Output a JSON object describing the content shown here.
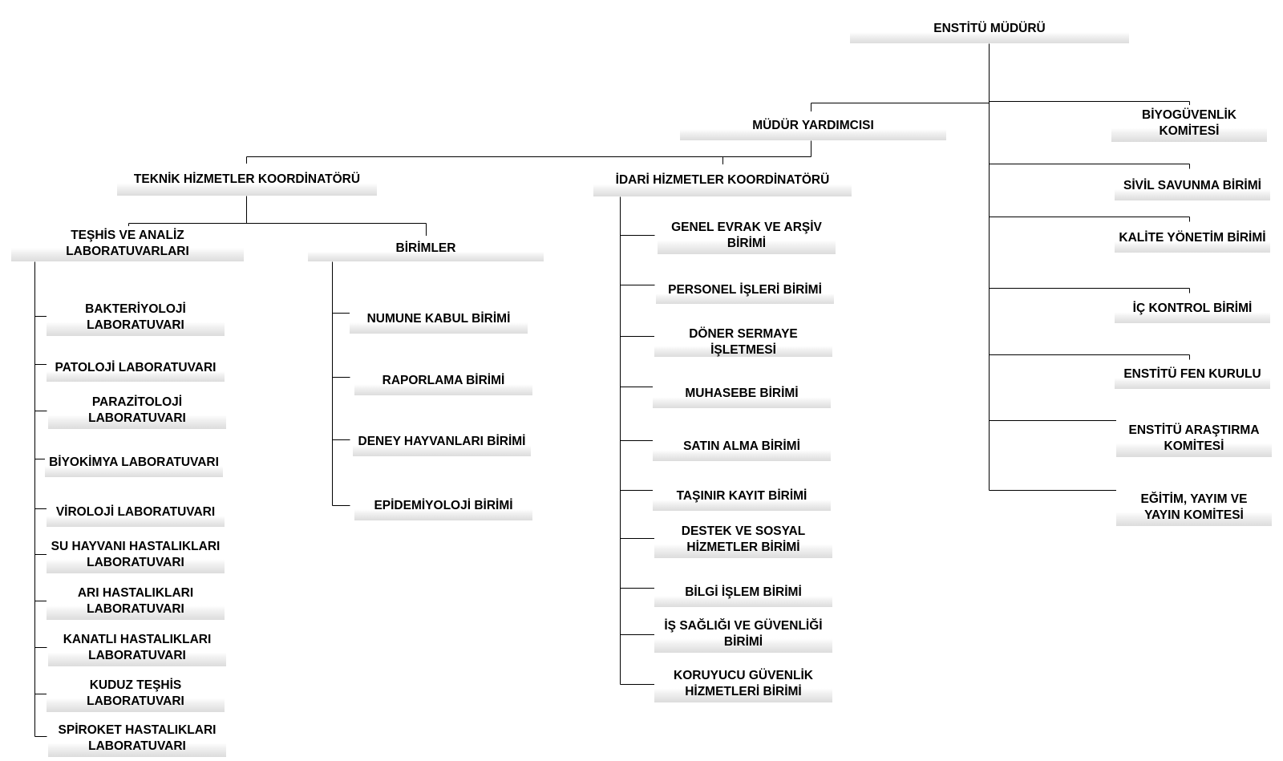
{
  "org": {
    "director": "ENSTİTÜ MÜDÜRÜ",
    "deputy": "MÜDÜR YARDIMCISI",
    "technical_coordinator": "TEKNİK HİZMETLER KOORDİNATÖRÜ",
    "admin_coordinator": "İDARİ HİZMETLER KOORDİNATÖRÜ",
    "labs_group": "TEŞHİS VE ANALİZ\nLABORATUVARLARI",
    "units_group": "BİRİMLER",
    "labs": [
      "BAKTERİYOLOJİ\nLABORATUVARI",
      "PATOLOJİ LABORATUVARI",
      "PARAZİTOLOJİ\nLABORATUVARI",
      "BİYOKİMYA LABORATUVARI",
      "VİROLOJİ LABORATUVARI",
      "SU HAYVANI HASTALIKLARI\nLABORATUVARI",
      "ARI HASTALIKLARI\nLABORATUVARI",
      "KANATLI HASTALIKLARI\nLABORATUVARI",
      "KUDUZ TEŞHİS\nLABORATUVARI",
      "SPİROKET HASTALIKLARI\nLABORATUVARI"
    ],
    "technical_units": [
      "NUMUNE KABUL BİRİMİ",
      "RAPORLAMA BİRİMİ",
      "DENEY HAYVANLARI BİRİMİ",
      "EPİDEMİYOLOJİ BİRİMİ"
    ],
    "admin_units": [
      "GENEL EVRAK VE ARŞİV\nBİRİMİ",
      "PERSONEL İŞLERİ BİRİMİ",
      "DÖNER SERMAYE İŞLETMESİ",
      "MUHASEBE BİRİMİ",
      "SATIN ALMA BİRİMİ",
      "TAŞINIR KAYIT BİRİMİ",
      "DESTEK VE SOSYAL\nHİZMETLER BİRİMİ",
      "BİLGİ İŞLEM BİRİMİ",
      "İŞ SAĞLIĞI VE GÜVENLİĞİ\nBİRİMİ",
      "KORUYUCU GÜVENLİK\nHİZMETLERİ BİRİMİ"
    ],
    "committees": [
      "BİYOGÜVENLİK\nKOMİTESİ",
      "SİVİL SAVUNMA BİRİMİ",
      "KALİTE YÖNETİM BİRİMİ",
      "İÇ KONTROL BİRİMİ",
      "ENSTİTÜ FEN KURULU",
      "ENSTİTÜ ARAŞTIRMA\nKOMİTESİ",
      "EĞİTİM, YAYIM VE\nYAYIN KOMİTESİ"
    ]
  }
}
